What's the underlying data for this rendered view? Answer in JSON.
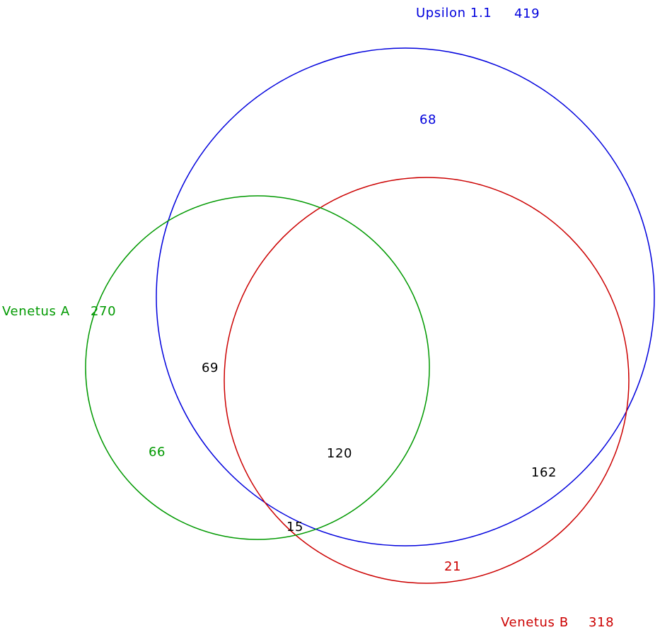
{
  "colors": {
    "upsilon": "#0000dd",
    "venetus_a": "#009900",
    "venetus_b": "#cc0000",
    "shared": "#000000",
    "background": "#ffffff"
  },
  "sets": {
    "upsilon": {
      "name": "Upsilon 1.1",
      "total": "419"
    },
    "venetus_a": {
      "name": "Venetus A",
      "total": "270"
    },
    "venetus_b": {
      "name": "Venetus B",
      "total": "318"
    }
  },
  "regions": {
    "upsilon_only": "68",
    "venetus_a_only": "66",
    "venetus_b_only": "21",
    "upsilon_and_venetus_a": "69",
    "upsilon_and_venetus_b": "162",
    "venetus_a_and_venetus_b": "15",
    "all_three": "120"
  }
}
